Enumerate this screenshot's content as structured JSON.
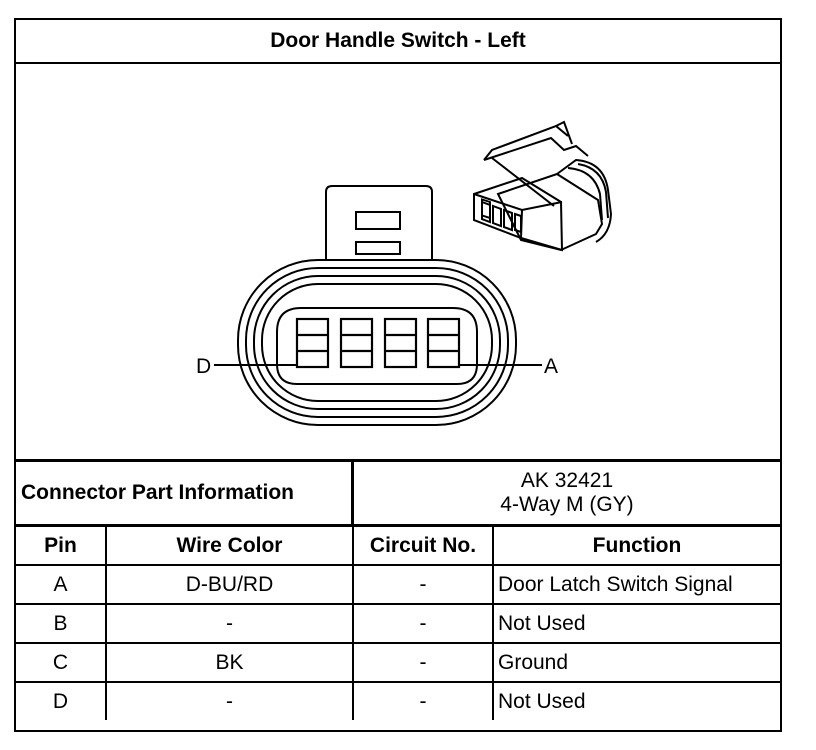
{
  "title": "Door Handle Switch - Left",
  "diagram": {
    "left_pin_label": "D",
    "right_pin_label": "A"
  },
  "connector_info": {
    "label": "Connector Part Information",
    "part_number": "AK 32421",
    "description": "4-Way M (GY)"
  },
  "table": {
    "headers": [
      "Pin",
      "Wire Color",
      "Circuit No.",
      "Function"
    ],
    "rows": [
      [
        "A",
        "D-BU/RD",
        "-",
        "Door Latch Switch Signal"
      ],
      [
        "B",
        "-",
        "-",
        "Not Used"
      ],
      [
        "C",
        "BK",
        "-",
        "Ground"
      ],
      [
        "D",
        "-",
        "-",
        "Not Used"
      ]
    ]
  }
}
